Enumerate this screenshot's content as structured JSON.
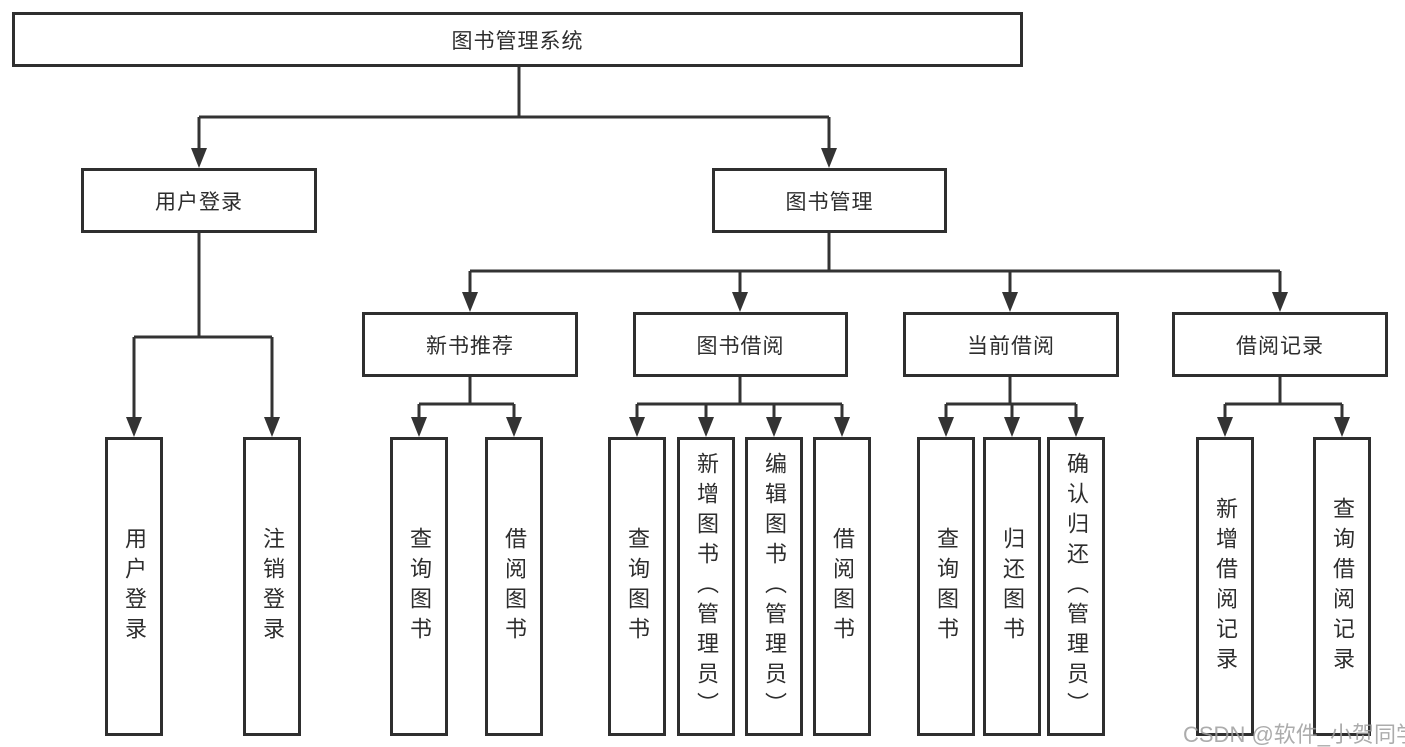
{
  "diagram": {
    "root": {
      "label": "图书管理系统"
    },
    "branches": [
      {
        "label": "用户登录",
        "children": [
          {
            "label": "用户登录"
          },
          {
            "label": "注销登录"
          }
        ]
      },
      {
        "label": "图书管理",
        "children": [
          {
            "label": "新书推荐",
            "children": [
              {
                "label": "查询图书"
              },
              {
                "label": "借阅图书"
              }
            ]
          },
          {
            "label": "图书借阅",
            "children": [
              {
                "label": "查询图书"
              },
              {
                "label": "新增图书（管理员）"
              },
              {
                "label": "编辑图书（管理员）"
              },
              {
                "label": "借阅图书"
              }
            ]
          },
          {
            "label": "当前借阅",
            "children": [
              {
                "label": "查询图书"
              },
              {
                "label": "归还图书"
              },
              {
                "label": "确认归还（管理员）"
              }
            ]
          },
          {
            "label": "借阅记录",
            "children": [
              {
                "label": "新增借阅记录"
              },
              {
                "label": "查询借阅记录"
              }
            ]
          }
        ]
      }
    ]
  },
  "watermark": "CSDN @软件_小贺同学",
  "colors": {
    "line": "#333333",
    "box_border": "#2f2f2f",
    "box_fill": "#ffffff",
    "text": "#2d2d2d",
    "watermark": "#9e9e9e"
  }
}
